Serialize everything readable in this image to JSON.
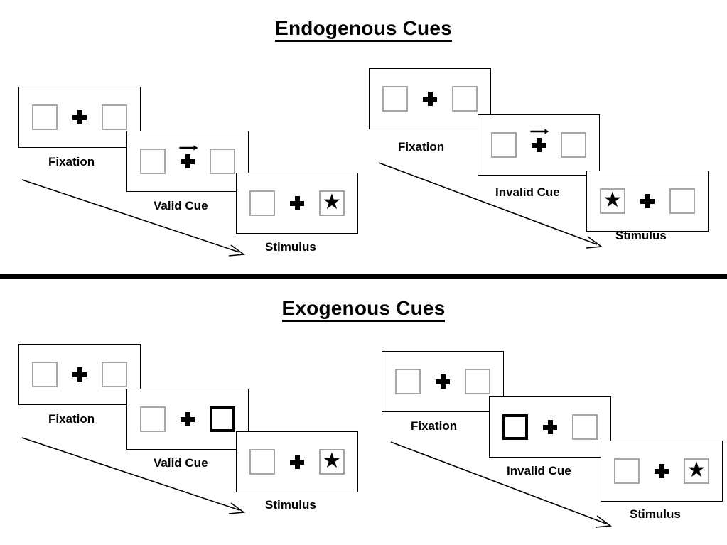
{
  "sections": [
    {
      "title": "Endogenous Cues",
      "cue_type": "arrow",
      "sequences": [
        {
          "name": "valid",
          "frames": [
            {
              "caption": "Fixation",
              "cue": "none",
              "left_box": "empty",
              "right_box": "empty",
              "left_stimulus": "",
              "right_stimulus": ""
            },
            {
              "caption": "Valid Cue",
              "cue": "arrow-right",
              "left_box": "empty",
              "right_box": "empty",
              "left_stimulus": "",
              "right_stimulus": ""
            },
            {
              "caption": "Stimulus",
              "cue": "none",
              "left_box": "empty",
              "right_box": "empty",
              "left_stimulus": "",
              "right_stimulus": "★"
            }
          ]
        },
        {
          "name": "invalid",
          "frames": [
            {
              "caption": "Fixation",
              "cue": "none",
              "left_box": "empty",
              "right_box": "empty",
              "left_stimulus": "",
              "right_stimulus": ""
            },
            {
              "caption": "Invalid Cue",
              "cue": "arrow-right",
              "left_box": "empty",
              "right_box": "empty",
              "left_stimulus": "",
              "right_stimulus": ""
            },
            {
              "caption": "Stimulus",
              "cue": "none",
              "left_box": "empty",
              "right_box": "empty",
              "left_stimulus": "★",
              "right_stimulus": ""
            }
          ]
        }
      ]
    },
    {
      "title": "Exogenous Cues",
      "cue_type": "box-highlight",
      "sequences": [
        {
          "name": "valid",
          "frames": [
            {
              "caption": "Fixation",
              "cue": "none",
              "left_box": "empty",
              "right_box": "empty",
              "left_stimulus": "",
              "right_stimulus": ""
            },
            {
              "caption": "Valid Cue",
              "cue": "none",
              "left_box": "empty",
              "right_box": "cued",
              "left_stimulus": "",
              "right_stimulus": ""
            },
            {
              "caption": "Stimulus",
              "cue": "none",
              "left_box": "empty",
              "right_box": "empty",
              "left_stimulus": "",
              "right_stimulus": "★"
            }
          ]
        },
        {
          "name": "invalid",
          "frames": [
            {
              "caption": "Fixation",
              "cue": "none",
              "left_box": "empty",
              "right_box": "empty",
              "left_stimulus": "",
              "right_stimulus": ""
            },
            {
              "caption": "Invalid Cue",
              "cue": "none",
              "left_box": "cued",
              "right_box": "empty",
              "left_stimulus": "",
              "right_stimulus": ""
            },
            {
              "caption": "Stimulus",
              "cue": "none",
              "left_box": "empty",
              "right_box": "empty",
              "left_stimulus": "",
              "right_stimulus": "★"
            }
          ]
        }
      ]
    }
  ],
  "icons": {
    "fixation_cross": "fixation-cross-icon",
    "arrow_cue": "arrow-right-cue-icon",
    "star": "star-icon",
    "time_flow": "time-flow-arrow-icon"
  },
  "colors": {
    "ink": "#000000",
    "box_border": "#a6a6a6",
    "background": "#ffffff"
  }
}
